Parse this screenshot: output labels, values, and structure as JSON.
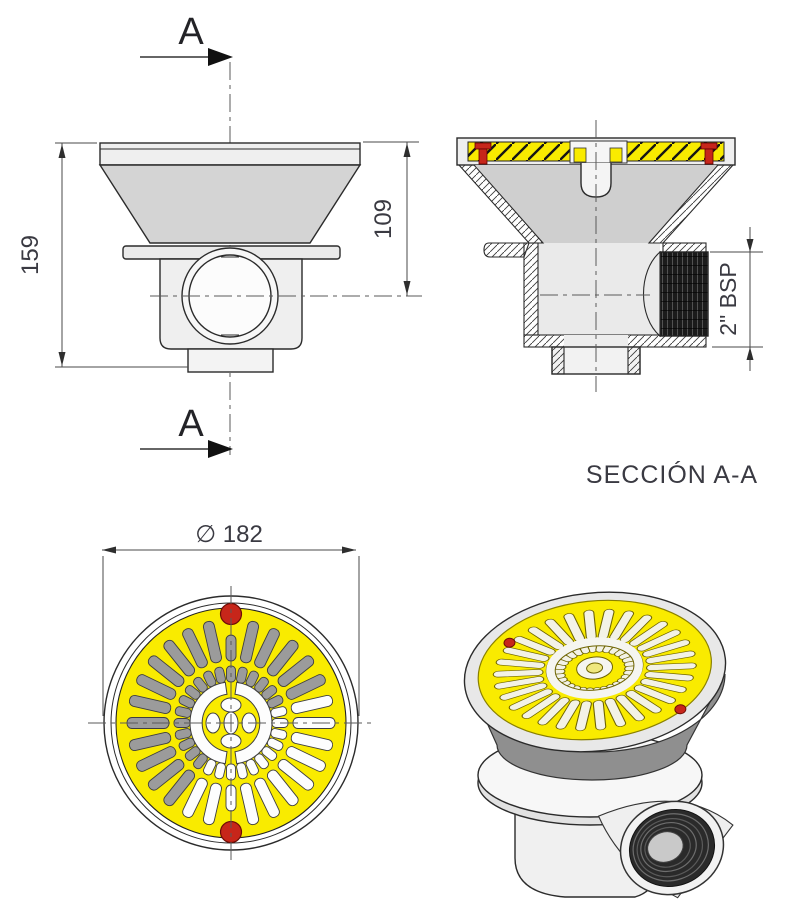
{
  "drawing": {
    "section_markers": {
      "top": "A",
      "bottom": "A"
    },
    "dimensions": {
      "total_height": "159",
      "rim_to_outlet_axis": "109",
      "outlet_thread": "2\" BSP",
      "grate_diameter": "∅ 182"
    },
    "labels": {
      "section_title": "SECCIÓN A-A"
    },
    "colors": {
      "grate_yellow": "#F9EB00",
      "screw_red": "#C7261A",
      "outline": "#2B2B2B",
      "dim_text": "#3A3A42",
      "cone_gray_3d": "#8F8F8F"
    }
  }
}
